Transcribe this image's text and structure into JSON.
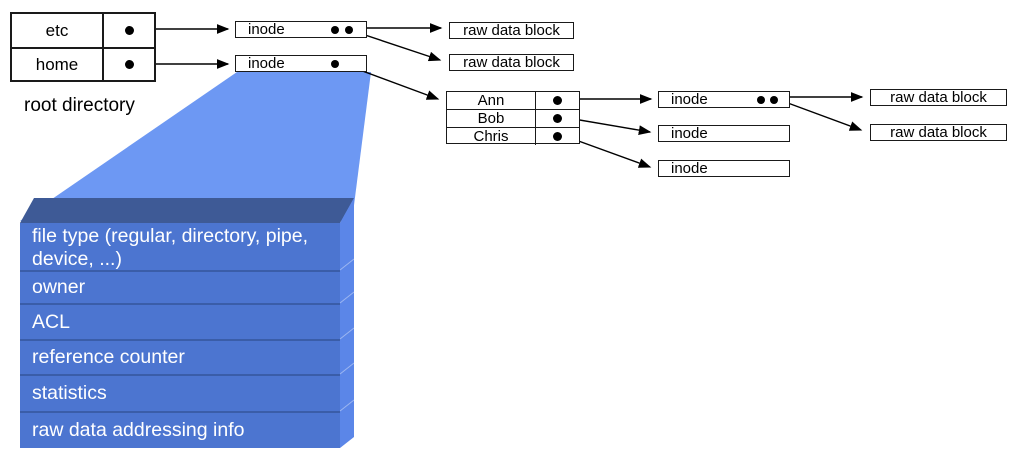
{
  "root_directory": {
    "caption": "root directory",
    "rows": [
      {
        "name": "etc"
      },
      {
        "name": "home"
      }
    ]
  },
  "top_level": {
    "inodes": [
      {
        "label": "inode",
        "pointer_dots": 2
      },
      {
        "label": "inode",
        "pointer_dots": 1
      }
    ],
    "raw_blocks": [
      {
        "label": "raw data block"
      },
      {
        "label": "raw data block"
      }
    ]
  },
  "home_directory": {
    "rows": [
      {
        "name": "Ann"
      },
      {
        "name": "Bob"
      },
      {
        "name": "Chris"
      }
    ]
  },
  "user_level": {
    "inodes": [
      {
        "label": "inode",
        "pointer_dots": 2
      },
      {
        "label": "inode",
        "pointer_dots": 0
      },
      {
        "label": "inode",
        "pointer_dots": 0
      }
    ],
    "raw_blocks": [
      {
        "label": "raw data block"
      },
      {
        "label": "raw data block"
      }
    ]
  },
  "inode_structure": {
    "fields": [
      "file type (regular, directory, pipe, device, ...)",
      "owner",
      "ACL",
      "reference counter",
      "statistics",
      "raw data addressing info"
    ]
  },
  "icons": {
    "pointer_dot": "filled-circle",
    "arrowhead": "filled-triangle"
  },
  "colors": {
    "zoom_beam": "#6d98f3",
    "slab_front": "#4c75d0",
    "slab_top": "#3e5a96",
    "slab_side": "#5b86e8",
    "row_separator": "#3a5da8",
    "box_border": "#1a1a1a",
    "arrow": "#000000",
    "field_text": "#ffffff"
  }
}
